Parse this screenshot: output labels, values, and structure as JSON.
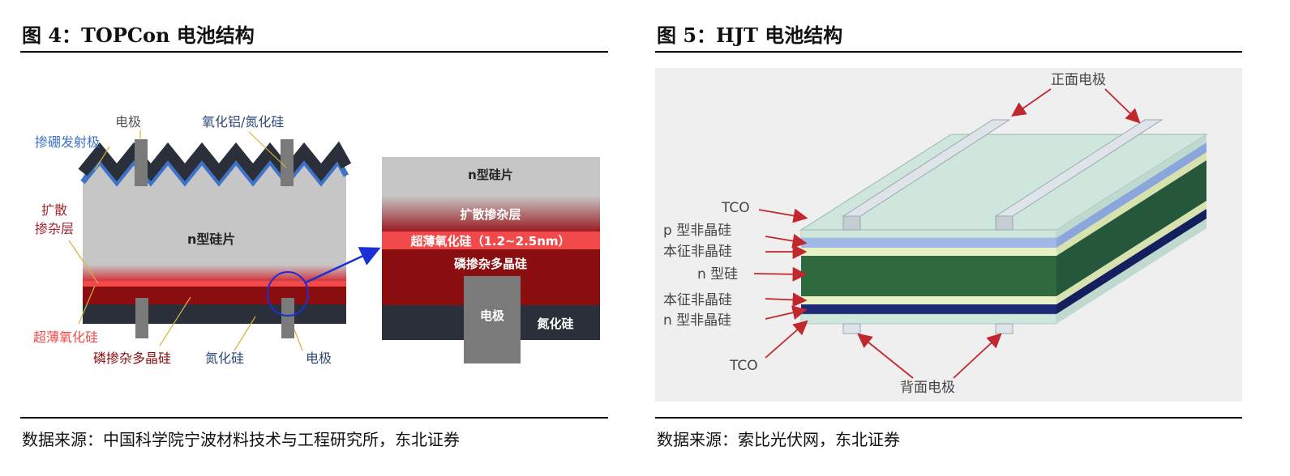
{
  "left_figure": {
    "title": "图  4：TOPCon 电池结构",
    "source": "数据来源：中国科学院宁波材料技术与工程研究所，东北证券",
    "labels": {
      "electrode_top": "电极",
      "passivation": "氧化铝/氮化硅",
      "boron_emitter": "掺硼发射极",
      "diffusion_line1": "扩散",
      "diffusion_line2": "掺杂层",
      "wafer": "n型硅片",
      "tunnel_oxide": "超薄氧化硅",
      "poly_si": "磷掺杂多晶硅",
      "sin": "氮化硅",
      "electrode_bottom": "电极"
    },
    "zoom": {
      "wafer": "n型硅片",
      "diffusion": "扩散掺杂层",
      "tunnel_oxide": "超薄氧化硅（1.2~2.5nm）",
      "poly_si": "磷掺杂多晶硅",
      "electrode": "电极",
      "sin": "氮化硅"
    },
    "colors": {
      "dark_layer": "#2a2f3a",
      "boron": "#3f73c8",
      "wafer": "#c6c6c6",
      "electrode": "#7a7a7a",
      "poly": "#8a0d10",
      "oxide": "#f24a4a",
      "arrow": "#1a2fd6"
    }
  },
  "right_figure": {
    "title": "图  5：HJT 电池结构",
    "source": "数据来源：索比光伏网，东北证券",
    "labels": {
      "front_electrode": "正面电极",
      "tco_top": "TCO",
      "p_asi": "p 型非晶硅",
      "i_asi_top": "本征非晶硅",
      "n_si": "n 型硅",
      "i_asi_bottom": "本征非晶硅",
      "n_asi": "n 型非晶硅",
      "tco_bottom": "TCO",
      "back_electrode": "背面电极"
    },
    "colors": {
      "tco": "#cfe6dd",
      "p_layer": "#9fb8e6",
      "intrinsic": "#e8f0c6",
      "n_wafer": "#2e6a3e",
      "n_layer": "#1c2a78",
      "arrow": "#c2272d"
    }
  }
}
